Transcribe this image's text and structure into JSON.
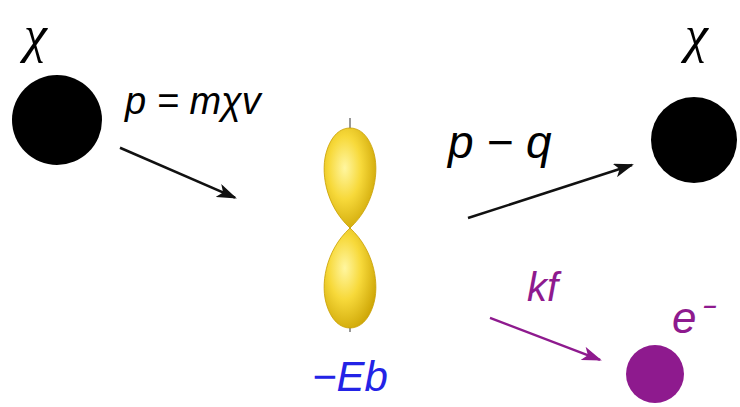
{
  "diagram": {
    "nodes": [
      {
        "text": [
          "χ"
        ]
      },
      {
        "text": [
          "−Eb"
        ]
      },
      {
        "text": [
          "χ"
        ]
      },
      {
        "text": [
          "e⁻"
        ]
      }
    ],
    "edges": [
      {
        "from": 0,
        "to": 1,
        "arrow": "to",
        "label": "p = mχv"
      },
      {
        "from": 1,
        "to": 2,
        "arrow": "to",
        "label": "p − q"
      },
      {
        "from": 1,
        "to": 3,
        "arrow": "to",
        "label": "kf"
      }
    ]
  }
}
